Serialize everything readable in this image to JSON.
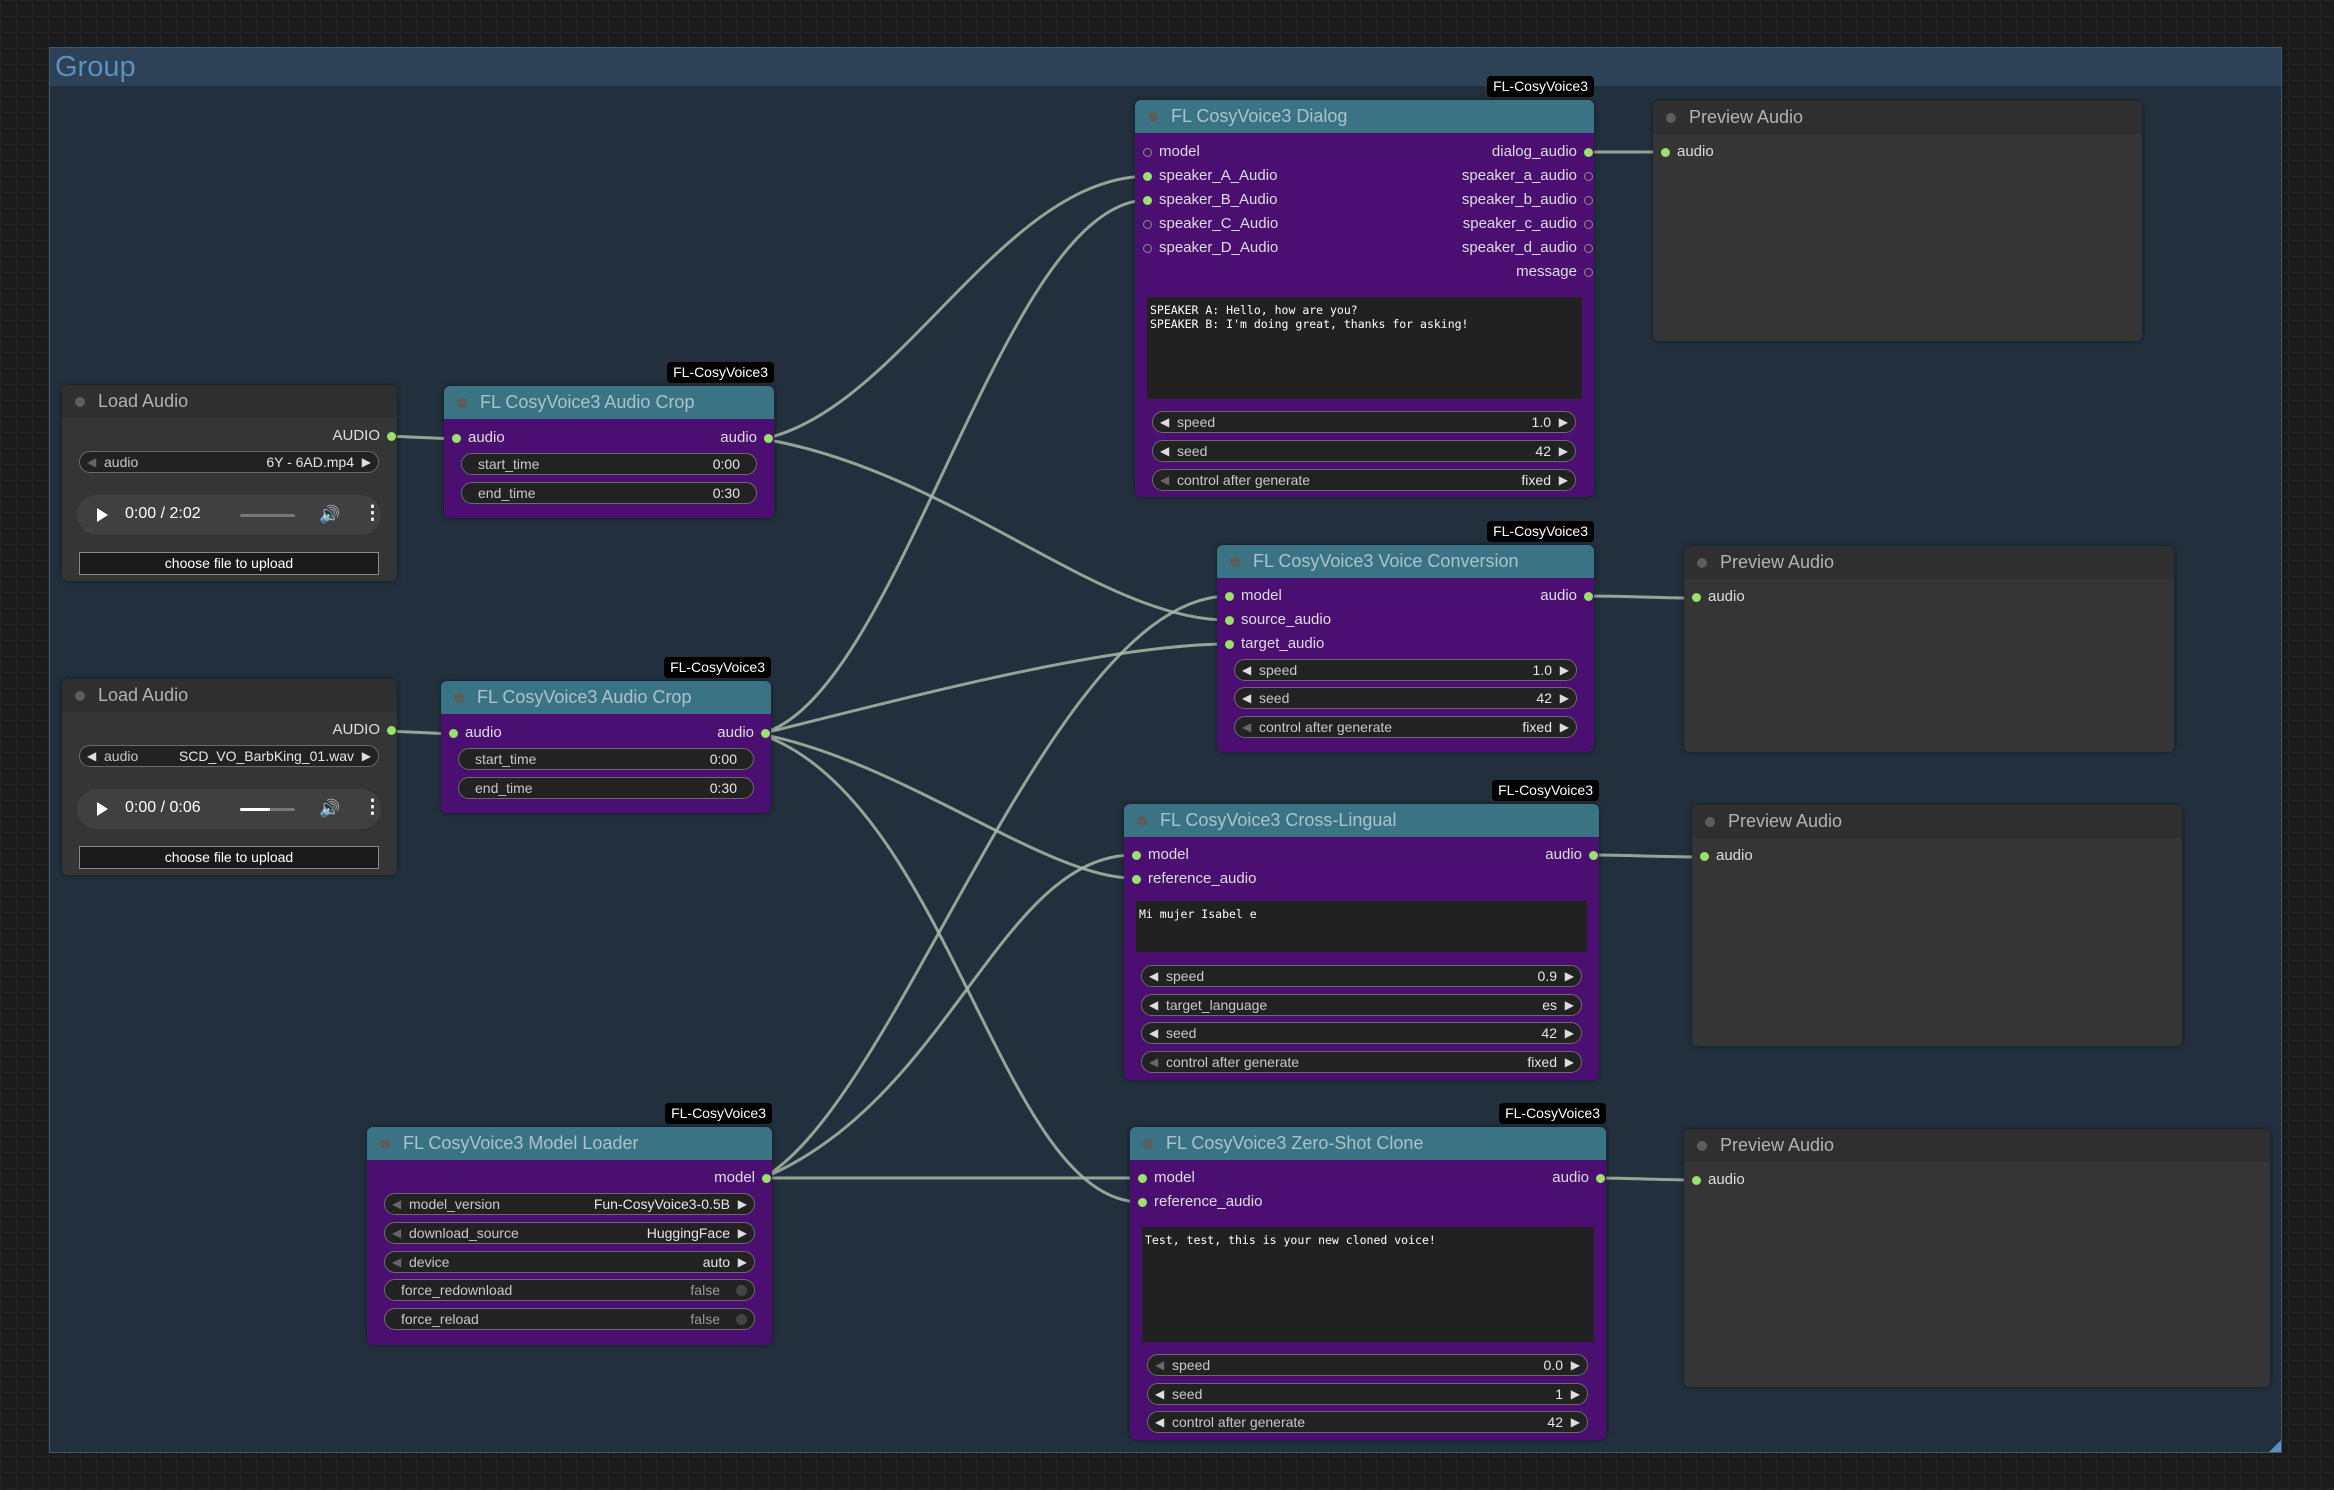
{
  "group": {
    "title": "Group"
  },
  "badge": "FL-CosyVoice3",
  "load_audio_1": {
    "title": "Load Audio",
    "output": "AUDIO",
    "audio_label": "audio",
    "audio_value": "6Y - 6AD.mp4",
    "player_time": "0:00 / 2:02",
    "player_progress": 0.0,
    "upload_label": "choose file to upload"
  },
  "load_audio_2": {
    "title": "Load Audio",
    "output": "AUDIO",
    "audio_label": "audio",
    "audio_value": "SCD_VO_BarbKing_01.wav",
    "player_time": "0:00 / 0:06",
    "player_progress": 0.55,
    "upload_label": "choose file to upload"
  },
  "crop_1": {
    "title": "FL CosyVoice3 Audio Crop",
    "input": "audio",
    "output": "audio",
    "start_label": "start_time",
    "start_value": "0:00",
    "end_label": "end_time",
    "end_value": "0:30"
  },
  "crop_2": {
    "title": "FL CosyVoice3 Audio Crop",
    "input": "audio",
    "output": "audio",
    "start_label": "start_time",
    "start_value": "0:00",
    "end_label": "end_time",
    "end_value": "0:30"
  },
  "model_loader": {
    "title": "FL CosyVoice3 Model Loader",
    "output": "model",
    "widgets": [
      {
        "label": "model_version",
        "value": "Fun-CosyVoice3-0.5B"
      },
      {
        "label": "download_source",
        "value": "HuggingFace"
      },
      {
        "label": "device",
        "value": "auto"
      },
      {
        "label": "force_redownload",
        "value": "false"
      },
      {
        "label": "force_reload",
        "value": "false"
      }
    ]
  },
  "dialog": {
    "title": "FL CosyVoice3 Dialog",
    "inputs": [
      "model",
      "speaker_A_Audio",
      "speaker_B_Audio",
      "speaker_C_Audio",
      "speaker_D_Audio"
    ],
    "outputs": [
      "dialog_audio",
      "speaker_a_audio",
      "speaker_b_audio",
      "speaker_c_audio",
      "speaker_d_audio",
      "message"
    ],
    "text": "SPEAKER A: Hello, how are you?\nSPEAKER B: I'm doing great, thanks for asking!",
    "widgets": [
      {
        "label": "speed",
        "value": "1.0"
      },
      {
        "label": "seed",
        "value": "42"
      },
      {
        "label": "control after generate",
        "value": "fixed"
      }
    ]
  },
  "voice_conversion": {
    "title": "FL CosyVoice3 Voice Conversion",
    "inputs": [
      "model",
      "source_audio",
      "target_audio"
    ],
    "output": "audio",
    "widgets": [
      {
        "label": "speed",
        "value": "1.0"
      },
      {
        "label": "seed",
        "value": "42"
      },
      {
        "label": "control after generate",
        "value": "fixed"
      }
    ]
  },
  "cross_lingual": {
    "title": "FL CosyVoice3 Cross-Lingual",
    "inputs": [
      "model",
      "reference_audio"
    ],
    "output": "audio",
    "text": "Mi mujer Isabel e",
    "widgets": [
      {
        "label": "speed",
        "value": "0.9"
      },
      {
        "label": "target_language",
        "value": "es"
      },
      {
        "label": "seed",
        "value": "42"
      },
      {
        "label": "control after generate",
        "value": "fixed"
      }
    ]
  },
  "zero_shot": {
    "title": "FL CosyVoice3 Zero-Shot Clone",
    "inputs": [
      "model",
      "reference_audio"
    ],
    "output": "audio",
    "text": "Test, test, this is your new cloned voice!",
    "widgets": [
      {
        "label": "speed",
        "value": "0.0"
      },
      {
        "label": "seed",
        "value": "1"
      },
      {
        "label": "control after generate",
        "value": "42"
      }
    ]
  },
  "preview_1": {
    "title": "Preview Audio",
    "input": "audio"
  },
  "preview_2": {
    "title": "Preview Audio",
    "input": "audio"
  },
  "preview_3": {
    "title": "Preview Audio",
    "input": "audio"
  },
  "preview_4": {
    "title": "Preview Audio",
    "input": "audio"
  }
}
